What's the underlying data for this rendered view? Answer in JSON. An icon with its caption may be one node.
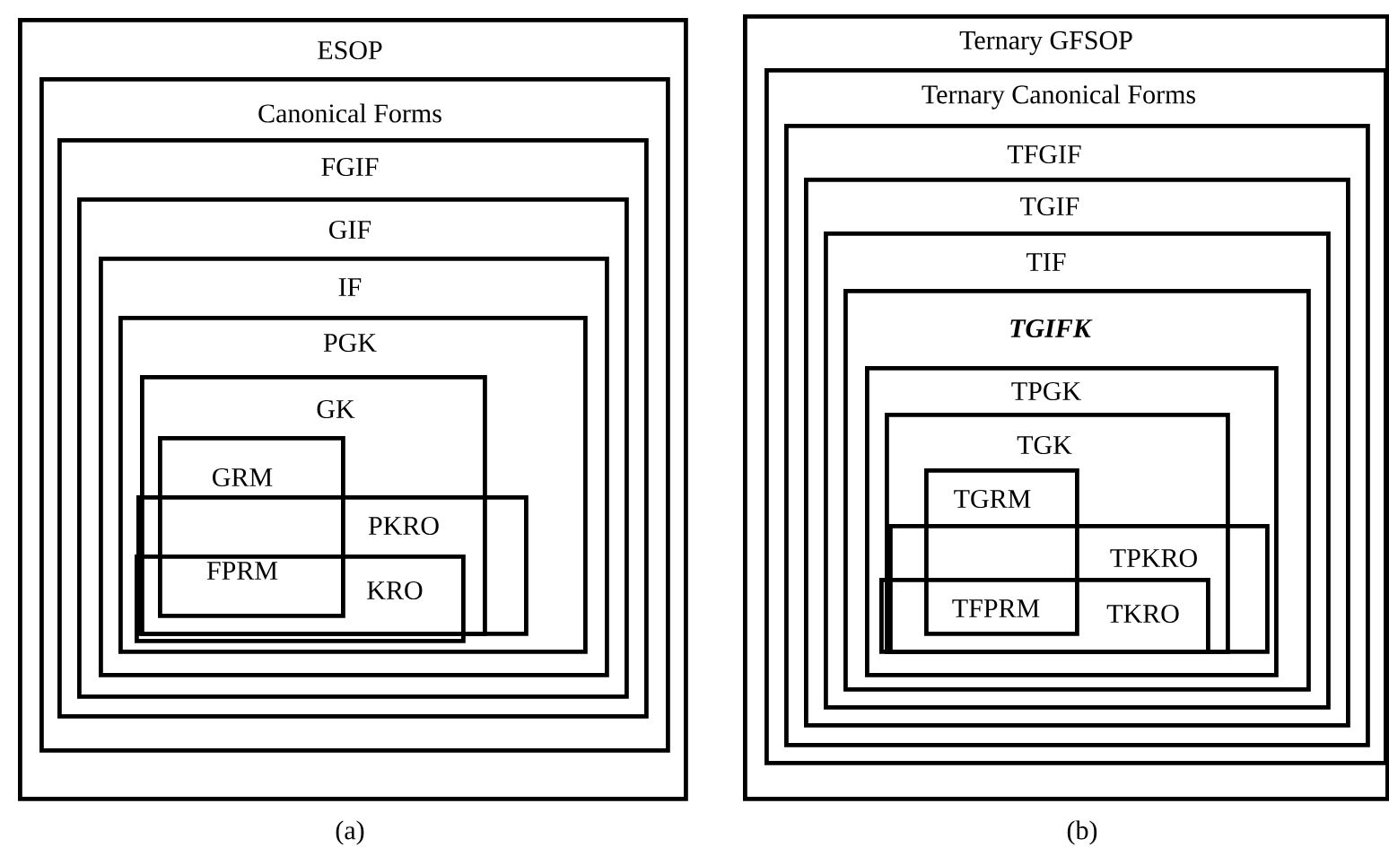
{
  "diagram": {
    "nodes": [
      {
        "text": [
          "ESOP"
        ]
      },
      {
        "text": [
          "Canonical Forms"
        ],
        "in": 0
      },
      {
        "text": [
          "FGIF"
        ],
        "in": 1
      },
      {
        "text": [
          "GIF"
        ],
        "in": 2
      },
      {
        "text": [
          "IF"
        ],
        "in": 3
      },
      {
        "text": [
          "PGK"
        ],
        "in": 4
      },
      {
        "text": [
          "GK"
        ],
        "in": 5
      },
      {
        "text": [
          "GRM"
        ],
        "in": 6
      },
      {
        "text": [
          "PKRO"
        ],
        "in": 5
      },
      {
        "text": [
          "KRO"
        ],
        "in": 8
      },
      {
        "text": [
          "Ternary GFSOP"
        ]
      },
      {
        "text": [
          "Ternary Canonical Forms"
        ],
        "in": 10
      },
      {
        "text": [
          "TFGIF"
        ],
        "in": 11
      },
      {
        "text": [
          "TGIF"
        ],
        "in": 12
      },
      {
        "text": [
          "TIF"
        ],
        "in": 13
      },
      {
        "text": [
          "TGIFK"
        ],
        "in": 14
      },
      {
        "text": [
          "TPGK"
        ],
        "in": 15
      },
      {
        "text": [
          "TGK"
        ],
        "in": 16
      },
      {
        "text": [
          "TGRM"
        ],
        "in": 17
      },
      {
        "text": [
          "TPKRO"
        ],
        "in": 16
      },
      {
        "text": [
          "TKRO"
        ],
        "in": 19
      }
    ],
    "labels": [
      "FPRM",
      "TFPRM",
      "(a)",
      "(b)"
    ]
  }
}
